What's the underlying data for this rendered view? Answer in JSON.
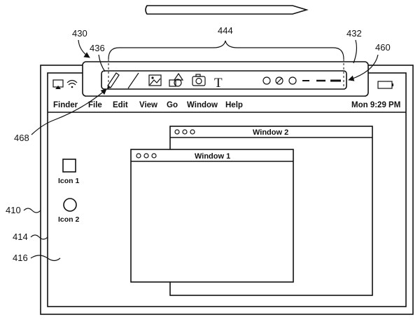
{
  "menu_bar": {
    "items": [
      "Finder",
      "File",
      "Edit",
      "View",
      "Go",
      "Window",
      "Help"
    ],
    "clock": "Mon 9:29 PM"
  },
  "windows": {
    "front_title": "Window 1",
    "back_title": "Window 2"
  },
  "desktop_icons": {
    "icon1_label": "Icon 1",
    "icon2_label": "Icon 2"
  },
  "toolbar": {
    "tools": [
      "pencil-icon",
      "pen-icon",
      "image-icon",
      "shapes-icon",
      "camera-icon",
      "text-tool-icon"
    ],
    "text_tool_glyph": "T"
  },
  "reference_numerals": {
    "r430": "430",
    "r432": "432",
    "r436": "436",
    "r444": "444",
    "r460": "460",
    "r468": "468",
    "r410": "410",
    "r414": "414",
    "r416": "416"
  }
}
